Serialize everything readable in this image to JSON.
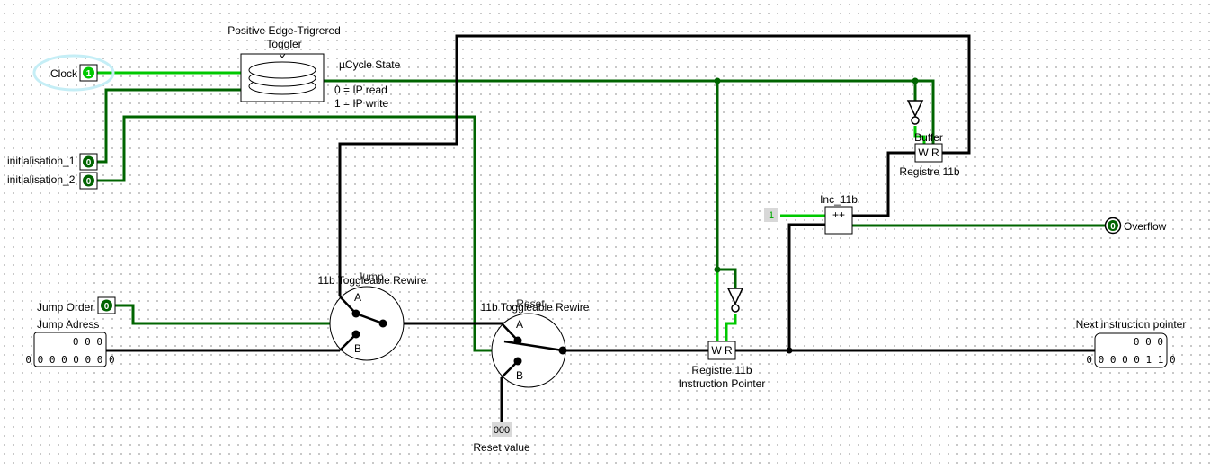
{
  "toggler": {
    "title_1": "Positive Edge-Trigrered",
    "title_2": "Toggler"
  },
  "ucycle": {
    "title": "µCycle State",
    "line_0": "0 = IP read",
    "line_1": "1 = IP write"
  },
  "inputs": {
    "clock": {
      "label": "Clock",
      "value": "1"
    },
    "init_1": {
      "label": "initialisation_1",
      "value": "0"
    },
    "init_2": {
      "label": "initialisation_2",
      "value": "0"
    },
    "jump_order": {
      "label": "Jump Order",
      "value": "0"
    },
    "jump_adress": {
      "label": "Jump Adress",
      "top": "0 0 0",
      "bottom": "0 0 0 0 0 0 0 0"
    },
    "constant_one": {
      "value": "1"
    },
    "reset_value": {
      "value": "000",
      "label": "Reset value"
    }
  },
  "buffer": {
    "label": "Buffer",
    "pins": "W R",
    "caption": "Registre 11b"
  },
  "inc": {
    "label": "Inc_11b",
    "symbol": "++"
  },
  "overflow": {
    "label": "Overflow",
    "value": "0"
  },
  "rewire_jump": {
    "title": "11b Toggleable Rewire",
    "overlay": "Jump",
    "a": "A",
    "b": "B"
  },
  "rewire_reset": {
    "title": "11b Toggleable Rewire",
    "overlay": "Reset",
    "a": "A",
    "b": "B"
  },
  "ip_register": {
    "pins": "W R",
    "caption_1": "Registre 11b",
    "caption_2": "Instruction Pointer"
  },
  "next_ip": {
    "label": "Next instruction pointer",
    "top": "0 0 0",
    "bottom": "0 0 0 0 0 1 1 0"
  }
}
